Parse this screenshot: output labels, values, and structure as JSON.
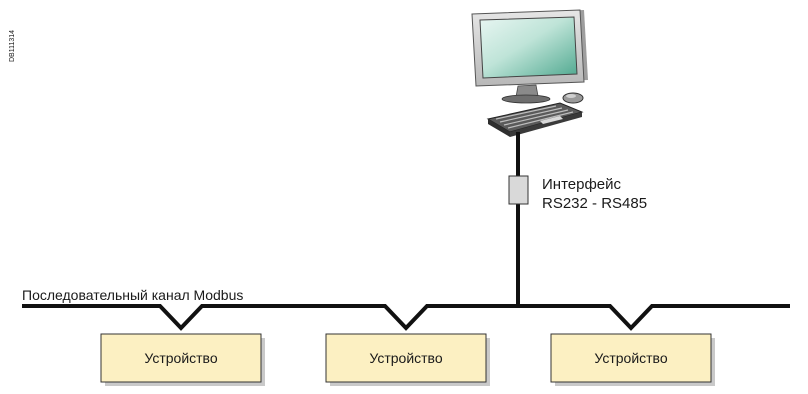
{
  "doc_code": "DB111314",
  "interface_label": {
    "line1": "Интерфейс",
    "line2": "RS232 - RS485"
  },
  "bus_label": "Последовательный канал Modbus",
  "devices": [
    {
      "label": "Устройство"
    },
    {
      "label": "Устройство"
    },
    {
      "label": "Устройство"
    }
  ],
  "colors": {
    "device_fill": "#fcf0c2",
    "device_shadow": "#c9c9c9",
    "line": "#111111",
    "converter_fill": "#d9d9d9",
    "screen_gradient_start": "#d6efe8",
    "screen_gradient_end": "#5fb39c",
    "monitor_body": "#d2d2d2"
  },
  "icons": [
    "computer-monitor-icon",
    "keyboard-icon",
    "mouse-icon"
  ]
}
